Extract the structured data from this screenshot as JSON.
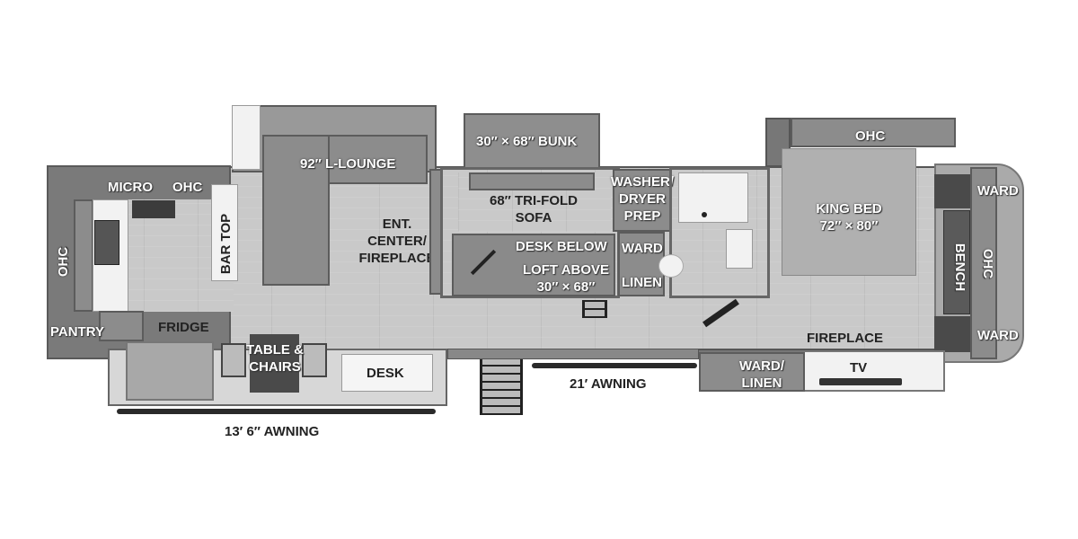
{
  "floorplan": {
    "kitchen": {
      "micro": "MICRO",
      "ohc_top": "OHC",
      "ohc_side": "OHC",
      "bar_top": "BAR TOP",
      "pantry": "PANTRY",
      "fridge": "FRIDGE"
    },
    "living": {
      "l_lounge": "92″ L-LOUNGE",
      "ent_center": [
        "ENT.",
        "CENTER/",
        "FIREPLACE"
      ],
      "table_chairs": [
        "TABLE &",
        "CHAIRS"
      ],
      "desk": "DESK"
    },
    "bunkroom": {
      "bunk": "30″ × 68″ BUNK",
      "sofa": [
        "68″ TRI-FOLD",
        "SOFA"
      ],
      "desk_below": "DESK BELOW",
      "loft_above": [
        "LOFT ABOVE",
        "30″ × 68″"
      ]
    },
    "utility": {
      "washer_dryer": [
        "WASHER/",
        "DRYER",
        "PREP"
      ],
      "ward": "WARD",
      "linen": "LINEN"
    },
    "bedroom": {
      "ohc_top": "OHC",
      "king_bed": [
        "KING BED",
        "72″ × 80″"
      ],
      "ward_top": "WARD",
      "ward_bottom": "WARD",
      "bench": "BENCH",
      "ohc_front": "OHC",
      "fireplace": "FIREPLACE",
      "tv": "TV",
      "ward_linen": [
        "WARD/",
        "LINEN"
      ]
    },
    "awnings": {
      "rear": "13′ 6″ AWNING",
      "main": "21′ AWNING"
    }
  }
}
